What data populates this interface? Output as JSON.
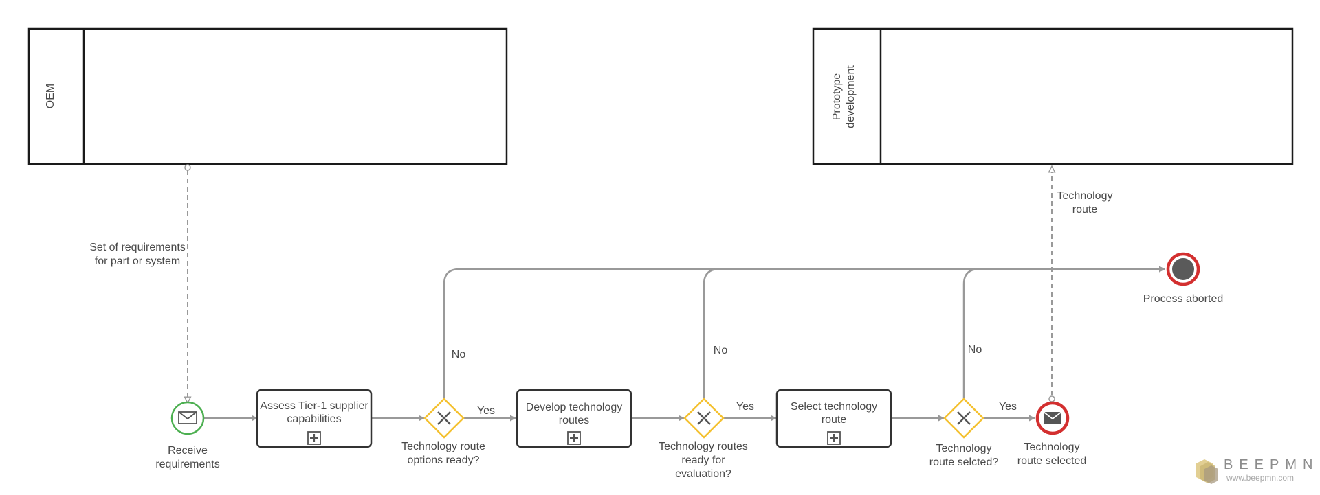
{
  "pools": {
    "oem": "OEM",
    "prototype_1": "Prototype",
    "prototype_2": "development"
  },
  "events": {
    "start_1": "Receive",
    "start_2": "requirements",
    "aborted": "Process aborted",
    "end_1": "Technology",
    "end_2": "route selected"
  },
  "tasks": {
    "assess_1": "Assess Tier-1 supplier",
    "assess_2": "capabilities",
    "develop_1": "Develop technology",
    "develop_2": "routes",
    "select_1": "Select technology",
    "select_2": "route"
  },
  "gateways": {
    "g1_1": "Technology route",
    "g1_2": "options ready?",
    "g2_1": "Technology routes",
    "g2_2": "ready for",
    "g2_3": "evaluation?",
    "g3_1": "Technology",
    "g3_2": "route selcted?"
  },
  "flows": {
    "yes": "Yes",
    "no": "No"
  },
  "messages": {
    "req_1": "Set of requirements",
    "req_2": "for part or system",
    "route_1": "Technology",
    "route_2": "route"
  },
  "watermark": {
    "brand": "BEEPMN",
    "url": "www.beepmn.com"
  },
  "colors": {
    "start_event": "#4caf50",
    "end_event": "#d32f2f",
    "gateway": "#f4c130",
    "flow": "#999999",
    "border": "#1a1a1a"
  }
}
